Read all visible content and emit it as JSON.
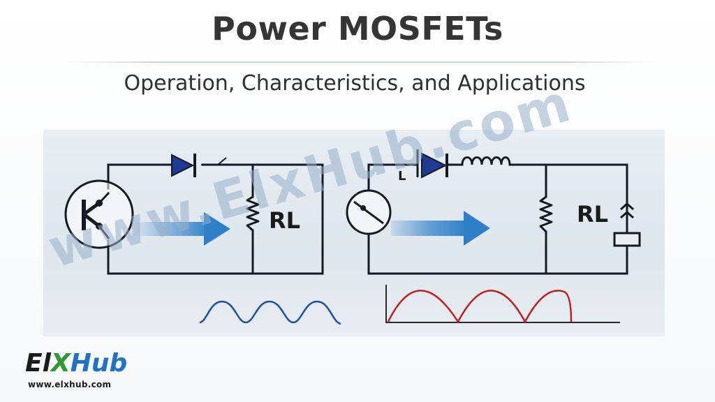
{
  "header": {
    "title": "Power MOSFETs",
    "subtitle": "Operation, Characteristics, and Applications"
  },
  "left_circuit": {
    "load_label": "RL",
    "transistor_symbol": "K"
  },
  "right_circuit": {
    "load_label": "RL",
    "inductor_marker": "L"
  },
  "watermark": {
    "text": "www.ElxHub.com"
  },
  "logo": {
    "part1": "El",
    "part2": "X",
    "part3": "Hub",
    "url": "www.elxhub.com"
  },
  "colors": {
    "wire": "#141a24",
    "diode_fill": "#1f3a93",
    "arrow_blue": "#2f7fc8",
    "wave_blue": "#1f4fa8",
    "wave_red": "#c0201e",
    "title_text": "#353535",
    "watermark": "#96afc8"
  }
}
